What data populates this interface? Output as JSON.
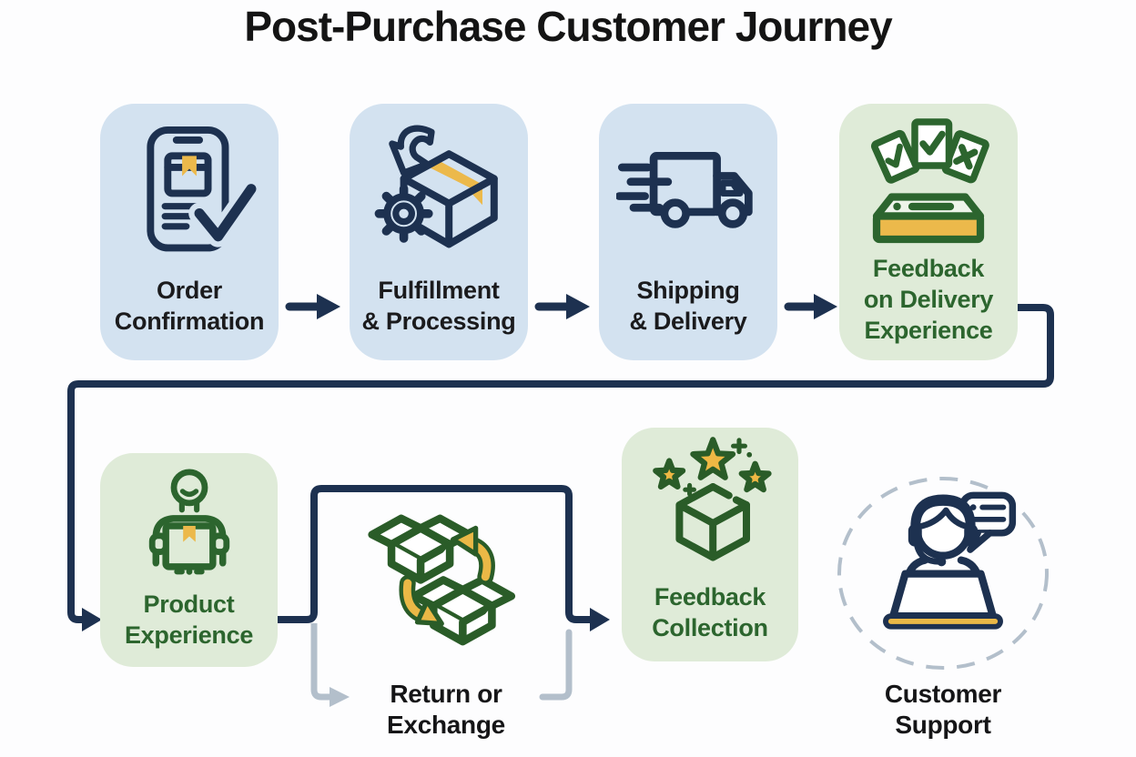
{
  "title": "Post-Purchase Customer Journey",
  "palette": {
    "background": "#fdfdfe",
    "navy_stroke": "#1d3150",
    "blue_box_fill": "#d3e2f0",
    "green_box_fill": "#dfebd8",
    "green_stroke": "#2c652e",
    "gold_accent": "#ecb94b",
    "gray_connector": "#b3bfcb",
    "dark_label": "#1b1b1d"
  },
  "stages": [
    {
      "id": "order-confirmation",
      "lines": [
        "Order",
        "Confirmation"
      ],
      "icon": "phone-order-check-icon",
      "style": "blue-box"
    },
    {
      "id": "fulfillment-processing",
      "lines": [
        "Fulfillment",
        "& Processing"
      ],
      "icon": "box-gear-arrow-icon",
      "style": "blue-box"
    },
    {
      "id": "shipping-delivery",
      "lines": [
        "Shipping",
        "& Delivery"
      ],
      "icon": "delivery-truck-icon",
      "style": "blue-box"
    },
    {
      "id": "delivery-feedback",
      "lines": [
        "Feedback",
        "on Delivery",
        "Experience"
      ],
      "icon": "feedback-ballot-box-icon",
      "style": "green-box"
    },
    {
      "id": "product-experience",
      "lines": [
        "Product",
        "Experience"
      ],
      "icon": "person-holding-box-icon",
      "style": "green-box"
    },
    {
      "id": "return-exchange",
      "lines": [
        "Return or",
        "Exchange"
      ],
      "icon": "boxes-swap-arrows-icon",
      "style": "plain"
    },
    {
      "id": "feedback-collection",
      "lines": [
        "Feedback",
        "Collection"
      ],
      "icon": "cube-with-stars-icon",
      "style": "green-box"
    },
    {
      "id": "customer-support",
      "lines": [
        "Customer",
        "Support"
      ],
      "icon": "support-agent-headset-icon",
      "style": "dashed-circle"
    }
  ],
  "connections": [
    {
      "from": "order-confirmation",
      "to": "fulfillment-processing",
      "type": "solid-arrow"
    },
    {
      "from": "fulfillment-processing",
      "to": "shipping-delivery",
      "type": "solid-arrow"
    },
    {
      "from": "shipping-delivery",
      "to": "delivery-feedback",
      "type": "solid-arrow"
    },
    {
      "from": "delivery-feedback",
      "to": "product-experience",
      "type": "elbow-arrow"
    },
    {
      "from": "product-experience",
      "to": "feedback-collection",
      "type": "bypass-elbow-arrow"
    },
    {
      "from": "product-experience",
      "to": "return-exchange",
      "type": "gray-elbow-arrow"
    },
    {
      "from": "return-exchange",
      "to": "feedback-collection",
      "type": "gray-elbow-line"
    }
  ]
}
